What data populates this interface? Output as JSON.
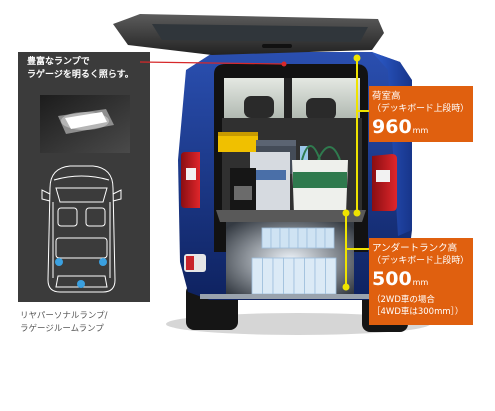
{
  "left_panel": {
    "headline_line1": "豊富なランプで",
    "headline_line2": "ラゲージを明るく照らす。",
    "caption_line1": "リヤパーソナルランプ/",
    "caption_line2": "ラゲージルームランプ"
  },
  "cargo_height": {
    "label": "荷室高",
    "condition": "（デッキボード上段時）",
    "value": "960",
    "unit": "mm"
  },
  "under_trunk_height": {
    "label": "アンダートランク高",
    "condition": "（デッキボード上段時）",
    "value": "500",
    "unit": "mm",
    "note_line1": "（2WD車の場合",
    "note_line2": "［4WD車は300mm］）"
  },
  "colors": {
    "accent_orange": "#e0600f",
    "measure_yellow": "#efe300",
    "lamp_line_red": "#d6282a",
    "car_blue": "#1c3c8c",
    "lamp_dot_blue": "#3aa0e0",
    "panel_gray": "#3b3b3b"
  }
}
